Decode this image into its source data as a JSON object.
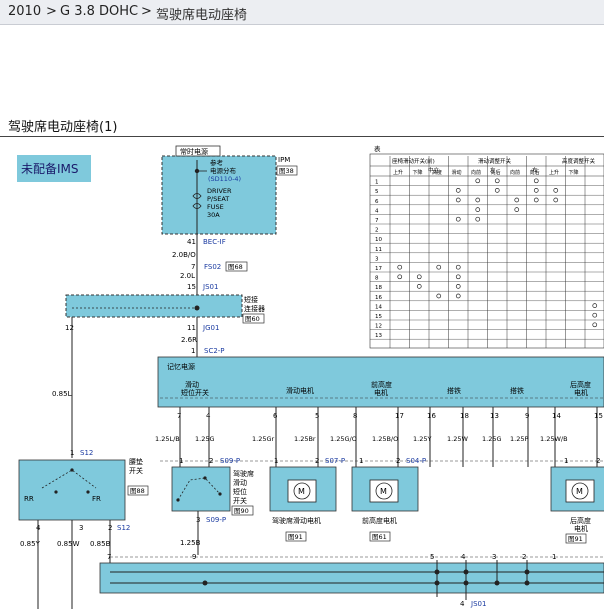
{
  "breadcrumb": {
    "year": "2010",
    "sep1": ">",
    "engine": "G 3.8 DOHC",
    "sep2": ">",
    "page": "驾驶席电动座椅"
  },
  "title": "驾驶席电动座椅(1)",
  "no_ims_label": "未配备IMS",
  "fuse_box": {
    "header": "常时电源",
    "ref_line1": "参考",
    "ref_line2": "电源分布",
    "ref_link": "(SD110-4)",
    "fuse_lines": [
      "DRIVER",
      "P/SEAT",
      "FUSE",
      "30A"
    ],
    "tag": "IPM",
    "page_ref": "图38"
  },
  "upper_wires": {
    "pin41": "41",
    "conn41": "BEC-IF",
    "wire1": "2.0B/O",
    "pin7": "7",
    "conn7": "FS02",
    "ref7": "图68",
    "wire2": "2.0L",
    "pin15": "15",
    "conn15": "JS01"
  },
  "joint": {
    "label_line1": "短接",
    "label_line2": "连接器",
    "page_ref": "图60",
    "pin12": "12",
    "pin11": "11",
    "conn11": "JG01",
    "wire3": "2.6R",
    "pin1": "1",
    "conn1": "SC2-P"
  },
  "left_wire": {
    "gauge": "0.85L",
    "pin1": "1",
    "conn": "S12"
  },
  "memory_box": {
    "header": "记忆电源",
    "sections": [
      "滑动\n短位开关",
      "滑动电机",
      "前高度\n电机",
      "搭铁",
      "搭铁",
      "后高度\n电机"
    ],
    "pins": [
      "7",
      "4",
      "6",
      "5",
      "8",
      "17",
      "16",
      "18",
      "13",
      "9",
      "14",
      "15"
    ]
  },
  "harness_wires": [
    "1.25L/B",
    "1.25G",
    "1.25Gr",
    "1.25Br",
    "1.25G/O",
    "1.25B/O",
    "1.25Y",
    "1.25W",
    "1.25G",
    "1.25P",
    "1.25W/B"
  ],
  "lower_connectors": {
    "c1": "S09-P",
    "c2": "S07-P",
    "c3": "S04-P",
    "p1": "1",
    "p2": "2",
    "p3": "1",
    "p4": "2",
    "p5": "1",
    "p6": "2",
    "p7": "1",
    "p8": "2"
  },
  "components": {
    "slide_switch": [
      "驾驶席",
      "滑动",
      "短位",
      "开关"
    ],
    "slide_switch_ref": "图90",
    "slide_switch_pin": "3",
    "slide_switch_conn": "S09-P",
    "slide_motor": "驾驶席滑动电机",
    "slide_motor_ref": "图91",
    "front_motor": "前高度电机",
    "front_motor_ref": "图61",
    "rear_motor": [
      "后高度",
      "电机"
    ],
    "rear_motor_ref": "图91"
  },
  "seat_switch": {
    "label": [
      "腰垫",
      "开关"
    ],
    "page_ref": "图88",
    "rr": "RR",
    "fr": "FR",
    "pins": [
      "4",
      "3",
      "2"
    ],
    "conn": "S12",
    "wires": [
      "0.85Y",
      "0.85W",
      "0.85B"
    ]
  },
  "bottom": {
    "wire": "1.25B",
    "pin7": "7",
    "pin9": "9",
    "pins": [
      "5",
      "4",
      "3",
      "2",
      "1"
    ],
    "ground_pin": "4",
    "ground_conn": "JS01"
  },
  "table": {
    "corner": "表",
    "group_headers": [
      "座椅滑动开关(前)",
      "滑动调整开关",
      "高度调整开关"
    ],
    "sub_headers": [
      "中立",
      "左",
      "右"
    ],
    "col_headers": [
      "上升",
      "下降",
      "高度",
      "滑动",
      "向前",
      "向后",
      "向前",
      "向后",
      "上升",
      "下降"
    ],
    "rows": [
      "1",
      "5",
      "6",
      "4",
      "7",
      "2",
      "10",
      "11",
      "3",
      "17",
      "8",
      "18",
      "16",
      "14",
      "15",
      "12",
      "13"
    ]
  }
}
